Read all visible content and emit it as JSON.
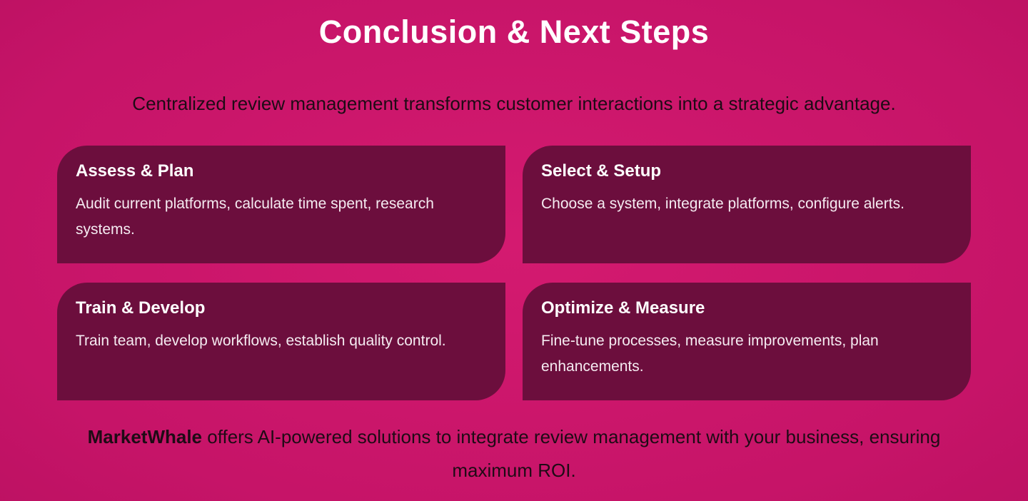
{
  "page": {
    "title": "Conclusion & Next Steps",
    "subtitle": "Centralized review management transforms customer interactions into a strategic advantage.",
    "cards": [
      {
        "title": "Assess & Plan",
        "body": "Audit current platforms, calculate time spent, research systems."
      },
      {
        "title": "Select & Setup",
        "body": "Choose a system, integrate platforms, configure alerts."
      },
      {
        "title": "Train & Develop",
        "body": "Train team, develop workflows, establish quality control."
      },
      {
        "title": "Optimize & Measure",
        "body": "Fine-tune processes, measure improvements, plan enhancements."
      }
    ],
    "footer": {
      "brand": "MarketWhale",
      "text": " offers AI-powered solutions to integrate review management with your business, ensuring maximum ROI."
    },
    "colors": {
      "background_center": "#d41a70",
      "background_edge": "#a80b56",
      "card_background": "#6c0e3d",
      "title_text": "#ffffff",
      "dark_text": "#1e0b15",
      "card_text": "#f5ebf1"
    }
  }
}
